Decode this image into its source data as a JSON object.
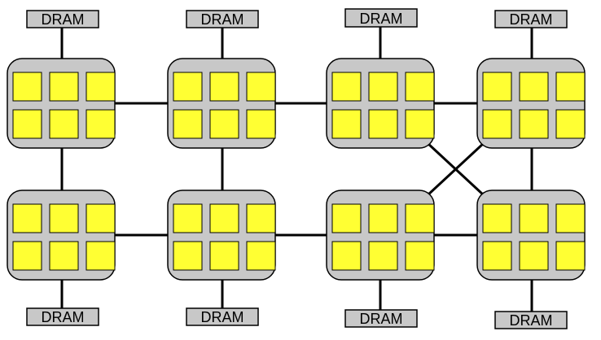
{
  "diagram": {
    "dram_label": "DRAM",
    "colors": {
      "node_fill": "#c8c8c8",
      "core_fill": "#ffff33",
      "dram_fill": "#c8c8c8",
      "stroke": "#000000",
      "background": "#ffffff"
    },
    "topology": {
      "rows": 2,
      "columns": 4,
      "cores_per_node": {
        "rows": 2,
        "columns": 3
      },
      "memory": "one DRAM per node, above the top row and below the bottom row",
      "links": [
        [
          "top-1",
          "top-2"
        ],
        [
          "top-2",
          "top-3"
        ],
        [
          "top-3",
          "top-4"
        ],
        [
          "bottom-1",
          "bottom-2"
        ],
        [
          "bottom-2",
          "bottom-3"
        ],
        [
          "bottom-3",
          "bottom-4"
        ],
        [
          "top-1",
          "bottom-1"
        ],
        [
          "top-2",
          "bottom-2"
        ],
        [
          "top-4",
          "bottom-4"
        ],
        [
          "top-3",
          "bottom-4"
        ],
        [
          "top-4",
          "bottom-3"
        ]
      ]
    }
  }
}
